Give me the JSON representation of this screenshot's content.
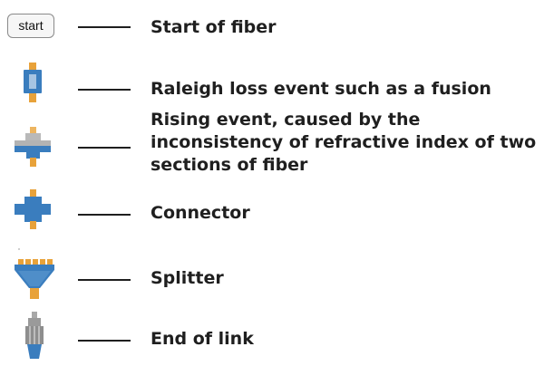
{
  "legend": {
    "items": [
      {
        "key": "start",
        "icon": "start-badge-icon",
        "badge_text": "start",
        "label": "Start of fiber"
      },
      {
        "key": "fusion",
        "icon": "fusion-splice-icon",
        "label": "Raleigh loss event such as a fusion"
      },
      {
        "key": "rising",
        "icon": "rising-event-icon",
        "label_lines": [
          "Rising event, caused by the",
          "inconsistency of refractive index of two",
          "sections of fiber"
        ]
      },
      {
        "key": "connector",
        "icon": "connector-icon",
        "label": "Connector"
      },
      {
        "key": "splitter",
        "icon": "splitter-icon",
        "label": "Splitter"
      },
      {
        "key": "end",
        "icon": "end-of-link-icon",
        "label": "End of link"
      }
    ]
  },
  "colors": {
    "blue": "#3a7dbe",
    "orange": "#e8a23a",
    "gray": "#9a9a9a",
    "text": "#1f1f1f"
  }
}
